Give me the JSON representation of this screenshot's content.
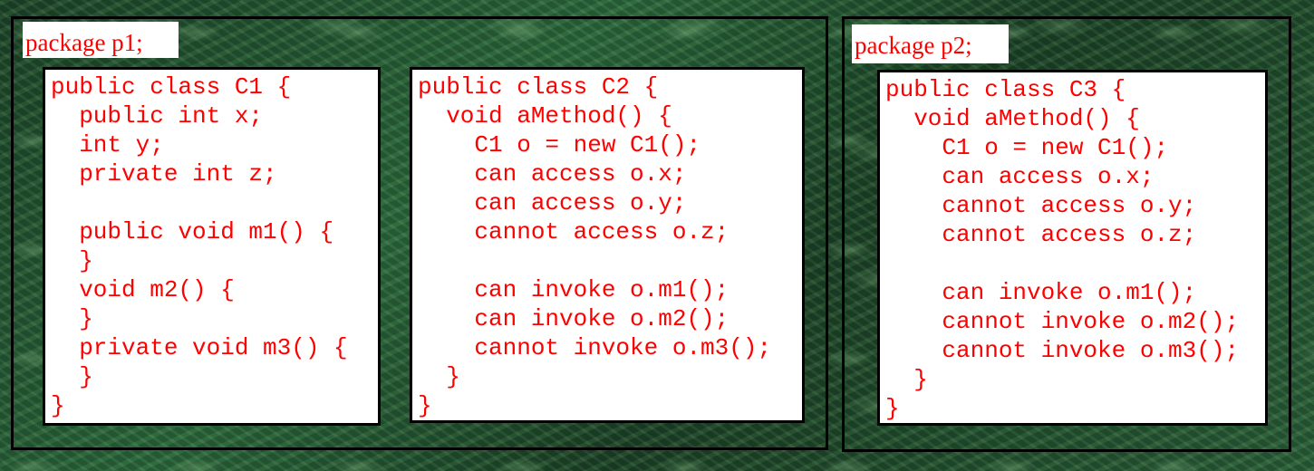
{
  "packages": [
    {
      "label": "package p1;",
      "classes": [
        {
          "lines": [
            "public class C1 {",
            "  public int x;",
            "  int y;",
            "  private int z;",
            "",
            "  public void m1() {",
            "  }",
            "  void m2() {",
            "  }",
            "  private void m3() {",
            "  }",
            "}"
          ]
        },
        {
          "lines": [
            "public class C2 {",
            "  void aMethod() {",
            "    C1 o = new C1();",
            "    can access o.x;",
            "    can access o.y;",
            "    cannot access o.z;",
            "",
            "    can invoke o.m1();",
            "    can invoke o.m2();",
            "    cannot invoke o.m3();",
            "  }",
            "}"
          ]
        }
      ]
    },
    {
      "label": "package p2;",
      "classes": [
        {
          "lines": [
            "public class C3 {",
            "  void aMethod() {",
            "    C1 o = new C1();",
            "    can access o.x;",
            "    cannot access o.y;",
            "    cannot access o.z;",
            "",
            "    can invoke o.m1();",
            "    cannot invoke o.m2();",
            "    cannot invoke o.m3();",
            "  }",
            "}"
          ]
        }
      ]
    }
  ],
  "colors": {
    "code_text": "#ff0000",
    "box_background": "#ffffff",
    "border": "#000000",
    "background_texture": "#1f4a2c"
  }
}
